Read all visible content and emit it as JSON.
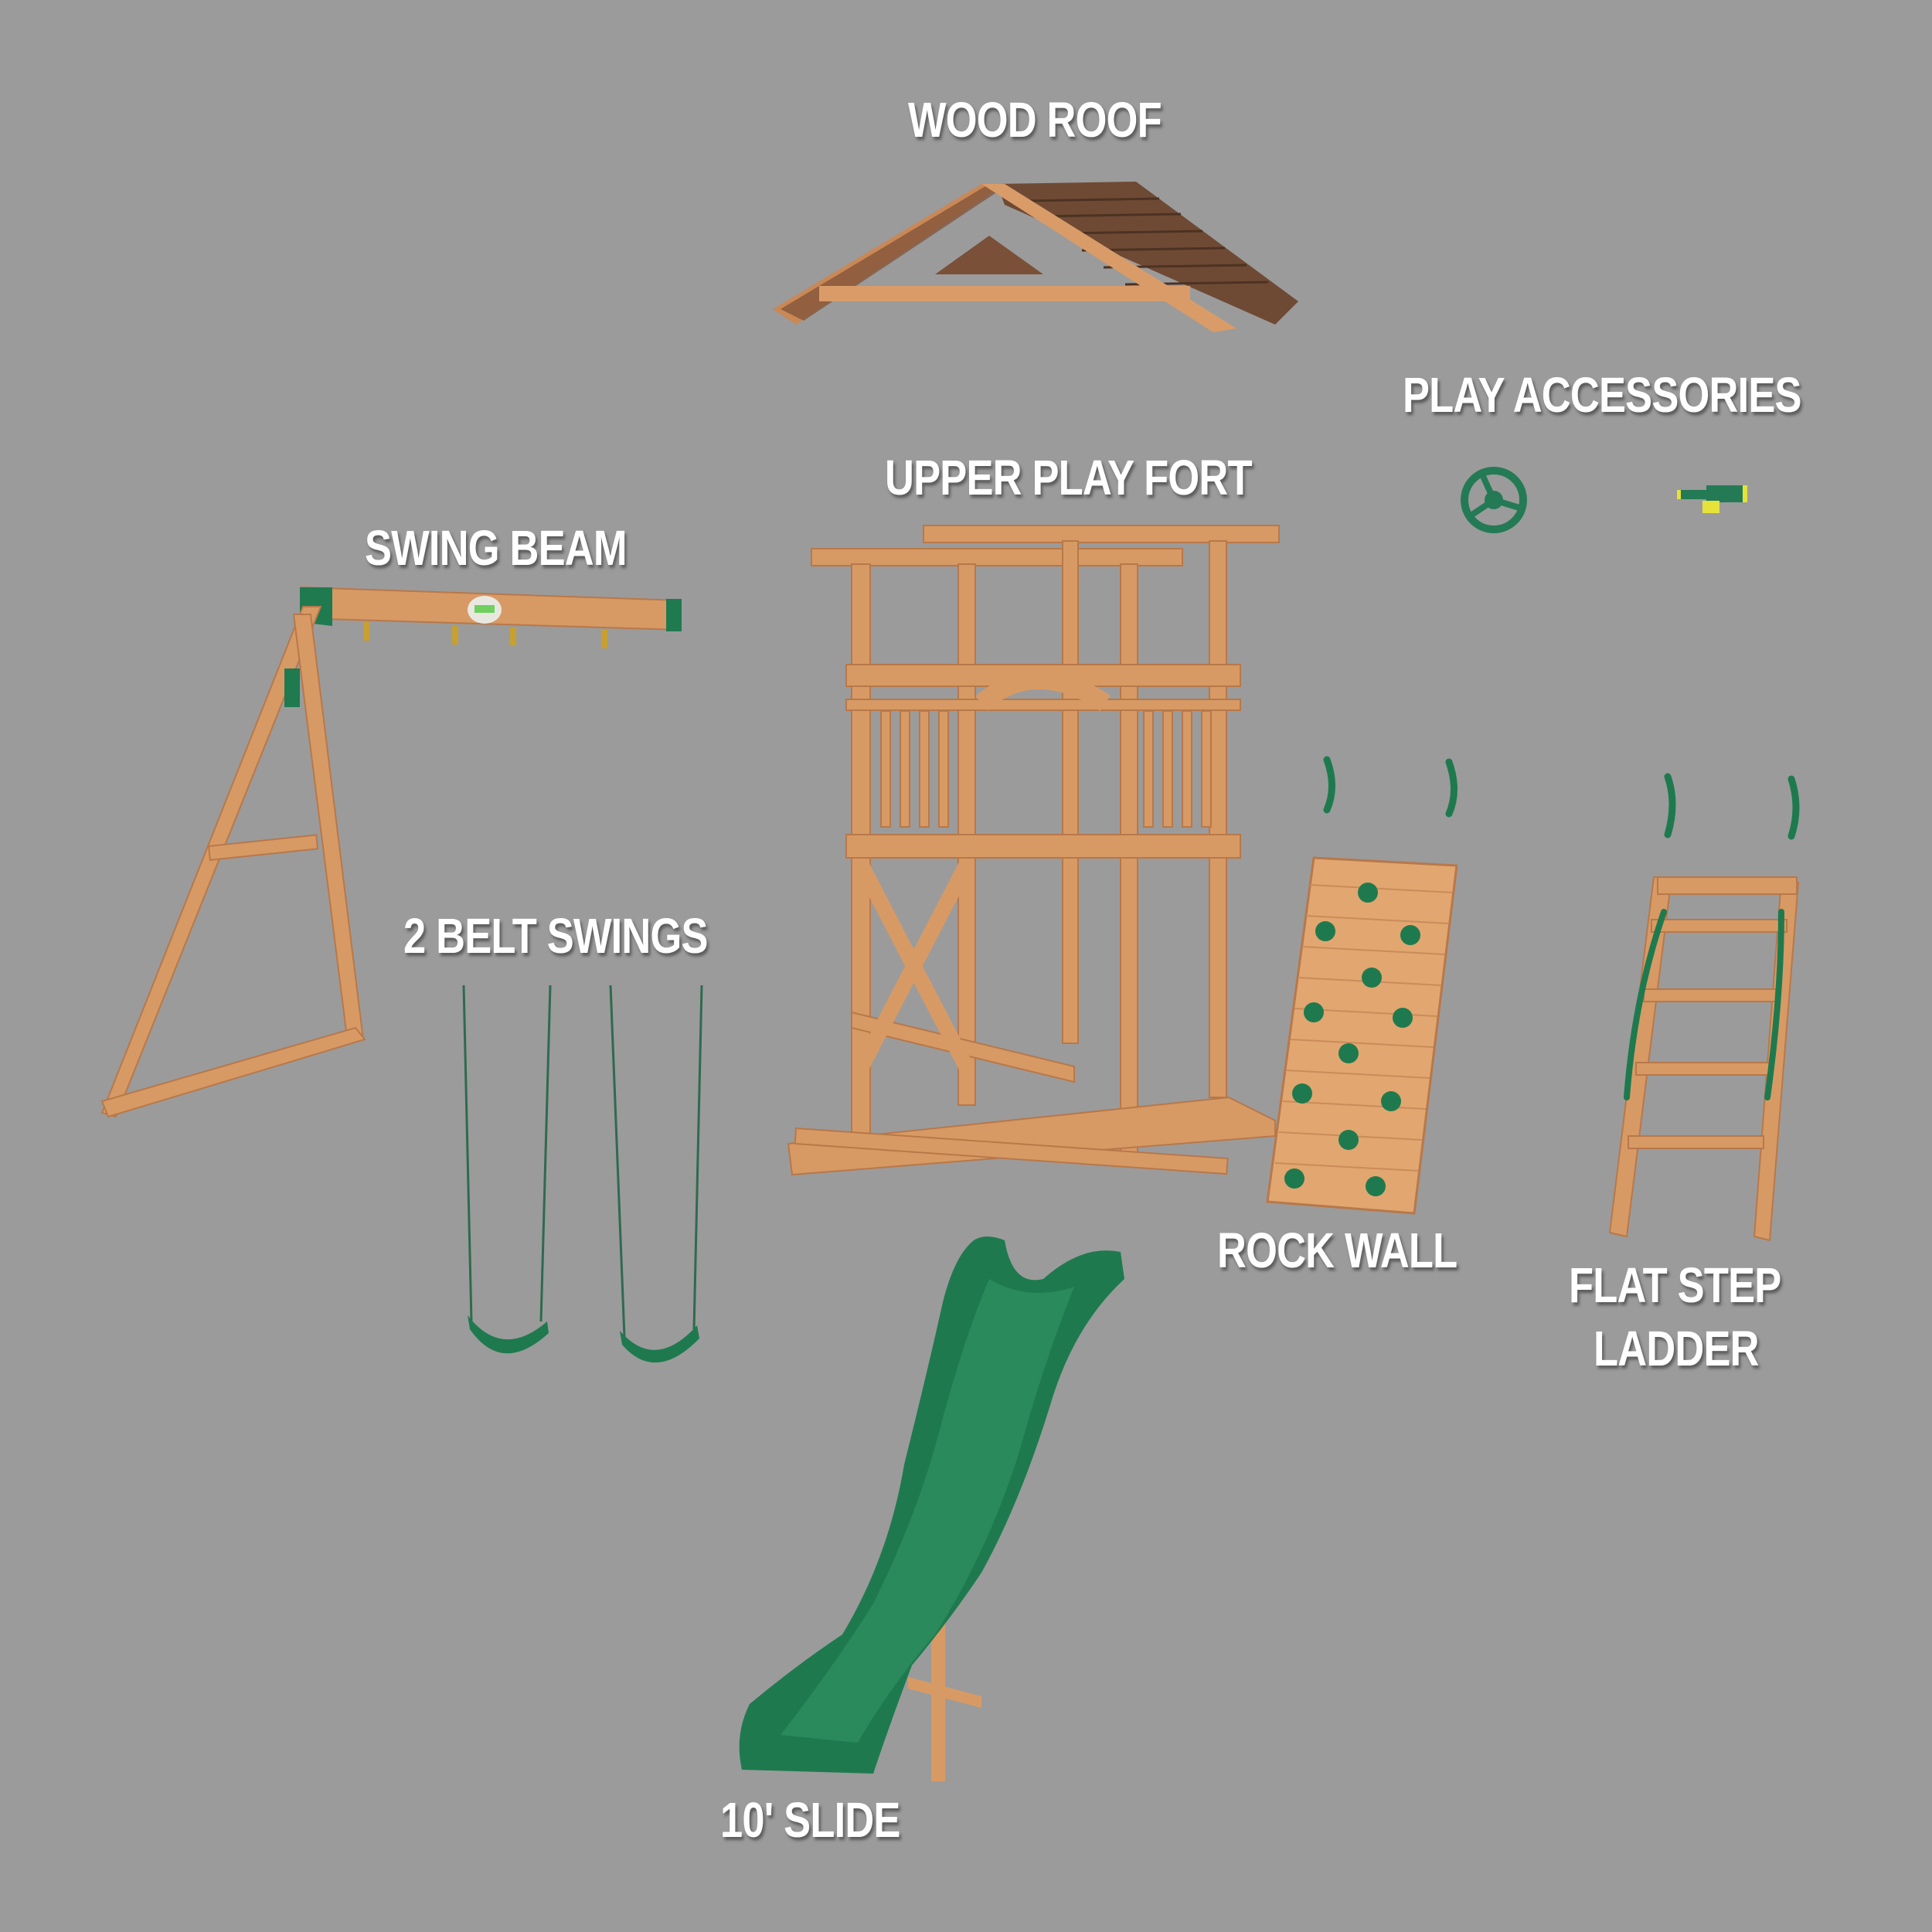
{
  "diagram": {
    "title": "Playset components",
    "background_color": "#9b9b9b",
    "colors": {
      "wood": "#d89a64",
      "wood_dark": "#b8784a",
      "roof_brown": "#6e4a34",
      "plastic_green": "#1e7a4e",
      "accent_yellow": "#e6e23a"
    },
    "labels": {
      "wood_roof": "WOOD ROOF",
      "play_accessories": "PLAY ACCESSORIES",
      "upper_play_fort": "UPPER PLAY FORT",
      "swing_beam": "SWING BEAM",
      "belt_swings": "2 BELT SWINGS",
      "rock_wall": "ROCK WALL",
      "flat_step_ladder_line1": "FLAT STEP",
      "flat_step_ladder_line2": "LADDER",
      "slide": "10' SLIDE"
    },
    "accessories": [
      "steering-wheel",
      "telescope"
    ]
  }
}
